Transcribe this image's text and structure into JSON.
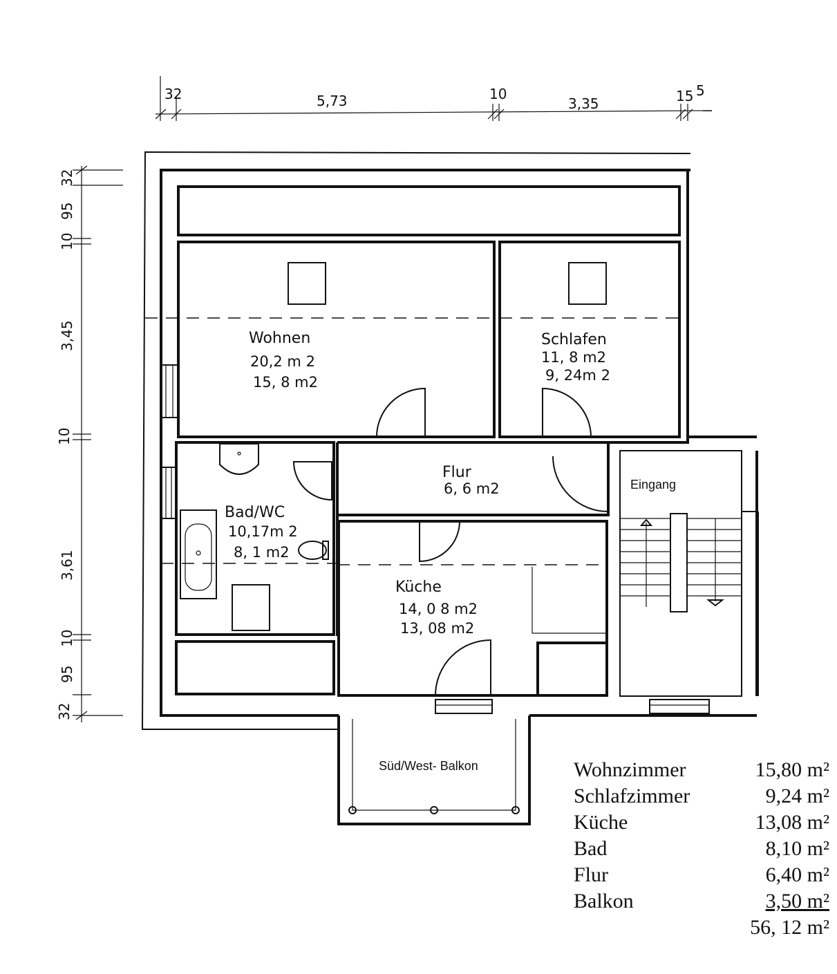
{
  "dimensions": {
    "top": [
      "32",
      "5,73",
      "10",
      "3,35",
      "15",
      "5"
    ],
    "left": [
      "32",
      "95",
      "10",
      "3,45",
      "10",
      "3,61",
      "10",
      "95",
      "32"
    ]
  },
  "rooms": {
    "wohnen": {
      "name": "Wohnen",
      "area1": "20,2 m 2",
      "area2": "15, 8 m2"
    },
    "schlafen": {
      "name": "Schlafen",
      "area1": "11, 8 m2",
      "area2": "9, 24m 2"
    },
    "flur": {
      "name": "Flur",
      "area1": "6, 6 m2"
    },
    "bad": {
      "name": "Bad/WC",
      "area1": "10,17m 2",
      "area2": "8, 1 m2"
    },
    "kueche": {
      "name": "Küche",
      "area1": "14, 0 8 m2",
      "area2": "13, 08 m2"
    },
    "eingang": {
      "name": "Eingang"
    },
    "balkon": {
      "name": "Süd/West- Balkon"
    }
  },
  "summary": [
    {
      "label": "Wohnzimmer",
      "value": "15,80 m²"
    },
    {
      "label": "Schlafzimmer",
      "value": "9,24 m²"
    },
    {
      "label": "Küche",
      "value": "13,08 m²"
    },
    {
      "label": "Bad",
      "value": "8,10 m²"
    },
    {
      "label": "Flur",
      "value": "6,40 m²"
    },
    {
      "label": "Balkon",
      "value": "3,50 m²"
    }
  ],
  "total": "56, 12 m²"
}
